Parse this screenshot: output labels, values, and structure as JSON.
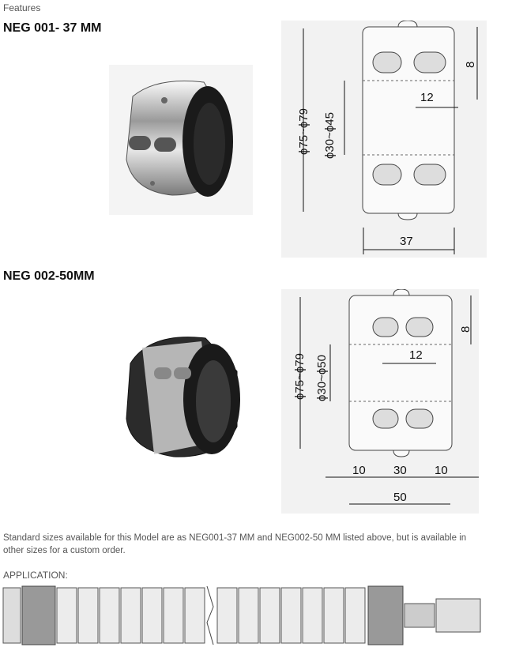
{
  "page": {
    "section_label": "Features",
    "product1": {
      "title": "NEG 001- 37 MM",
      "dims": {
        "outer": "ϕ75~ϕ79",
        "inner": "ϕ30~ϕ45",
        "slot_height": "8",
        "slot_gap": "12",
        "width": "37"
      }
    },
    "product2": {
      "title": "NEG 002-50MM",
      "dims": {
        "outer": "ϕ75~ϕ79",
        "inner": "ϕ30~ϕ50",
        "slot_height": "8",
        "slot_gap": "12",
        "seg_left": "10",
        "seg_mid": "30",
        "seg_right": "10",
        "width": "50"
      }
    },
    "description": "Standard sizes available for this Model are as NEG001-37 MM and NEG002-50 MM listed above, but is available in other sizes for a custom order.",
    "application_label": "APPLICATION:"
  }
}
